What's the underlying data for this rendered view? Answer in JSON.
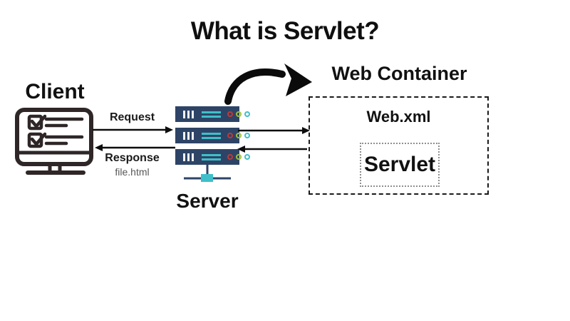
{
  "title": "What is Servlet?",
  "nodes": {
    "client": {
      "label": "Client"
    },
    "server": {
      "label": "Server"
    },
    "web_container": {
      "label": "Web Container",
      "config_file": "Web.xml",
      "servlet": "Servlet"
    }
  },
  "edges": {
    "request": {
      "label": "Request"
    },
    "response": {
      "label": "Response",
      "sublabel": "file.html"
    }
  },
  "icons": {
    "client": "monitor-checklist-icon",
    "server": "server-rack-icon",
    "pointer": "curved-arrow-icon"
  },
  "colors": {
    "background": "#ffffff",
    "text": "#111111",
    "muted_text": "#575757",
    "outline_dark": "#2e2627",
    "server_body": "#2e4467",
    "server_accent_teal": "#3fbfc9",
    "dot_red": "#c03a36",
    "dot_green": "#9dc13c",
    "dot_teal": "#3fbfc9",
    "arrow_black": "#0d0d0d"
  }
}
